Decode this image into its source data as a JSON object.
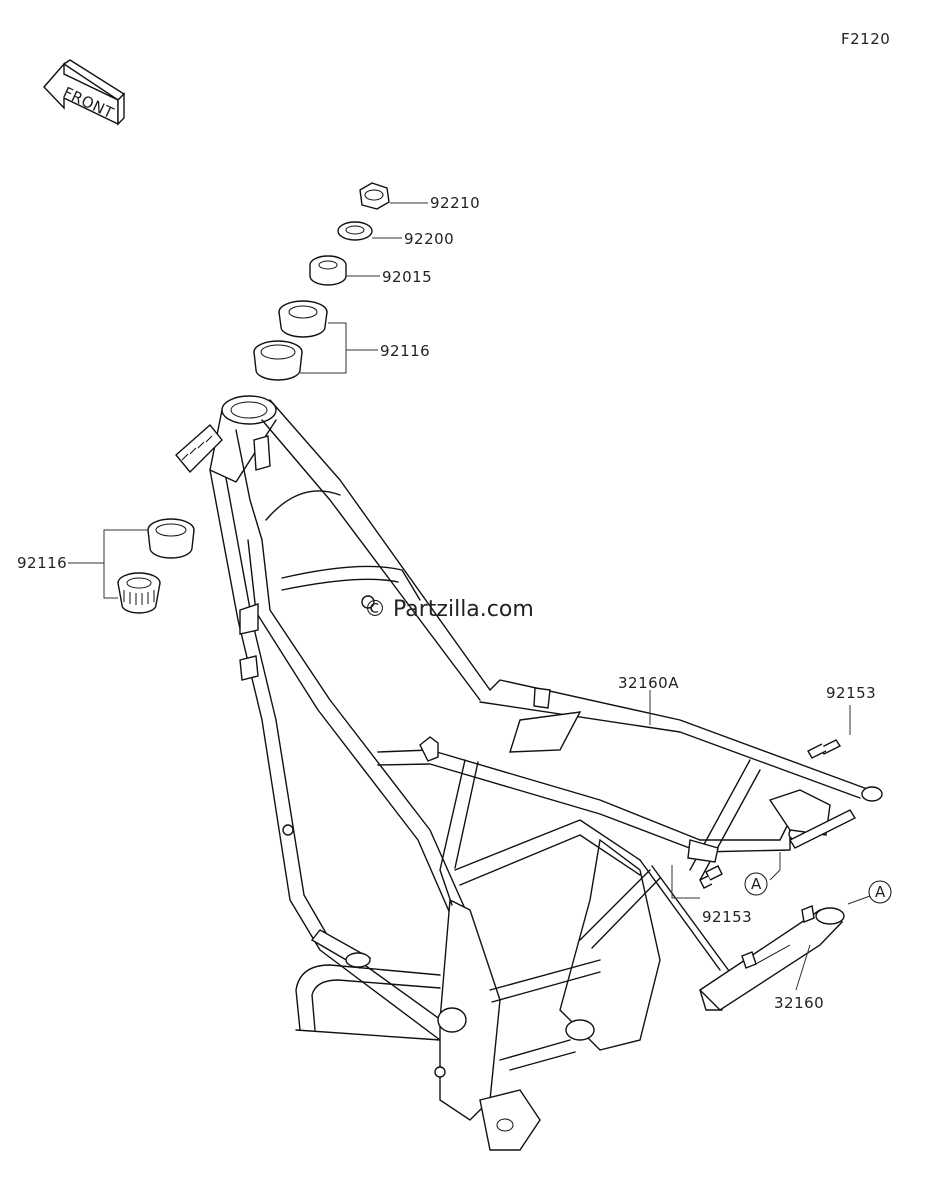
{
  "diagram": {
    "code": "F2120",
    "front_label": "FRONT",
    "watermark": "© Partzilla.com",
    "callouts": {
      "nut": "92210",
      "washer": "92200",
      "adjust_nut": "92015",
      "upper_bearing": "92116",
      "lower_bearing": "92116",
      "subframe": "32160A",
      "bolt_upper": "92153",
      "bolt_lower": "92153",
      "side_bracket": "32160",
      "ref_a": "A",
      "ref_a2": "A"
    }
  }
}
